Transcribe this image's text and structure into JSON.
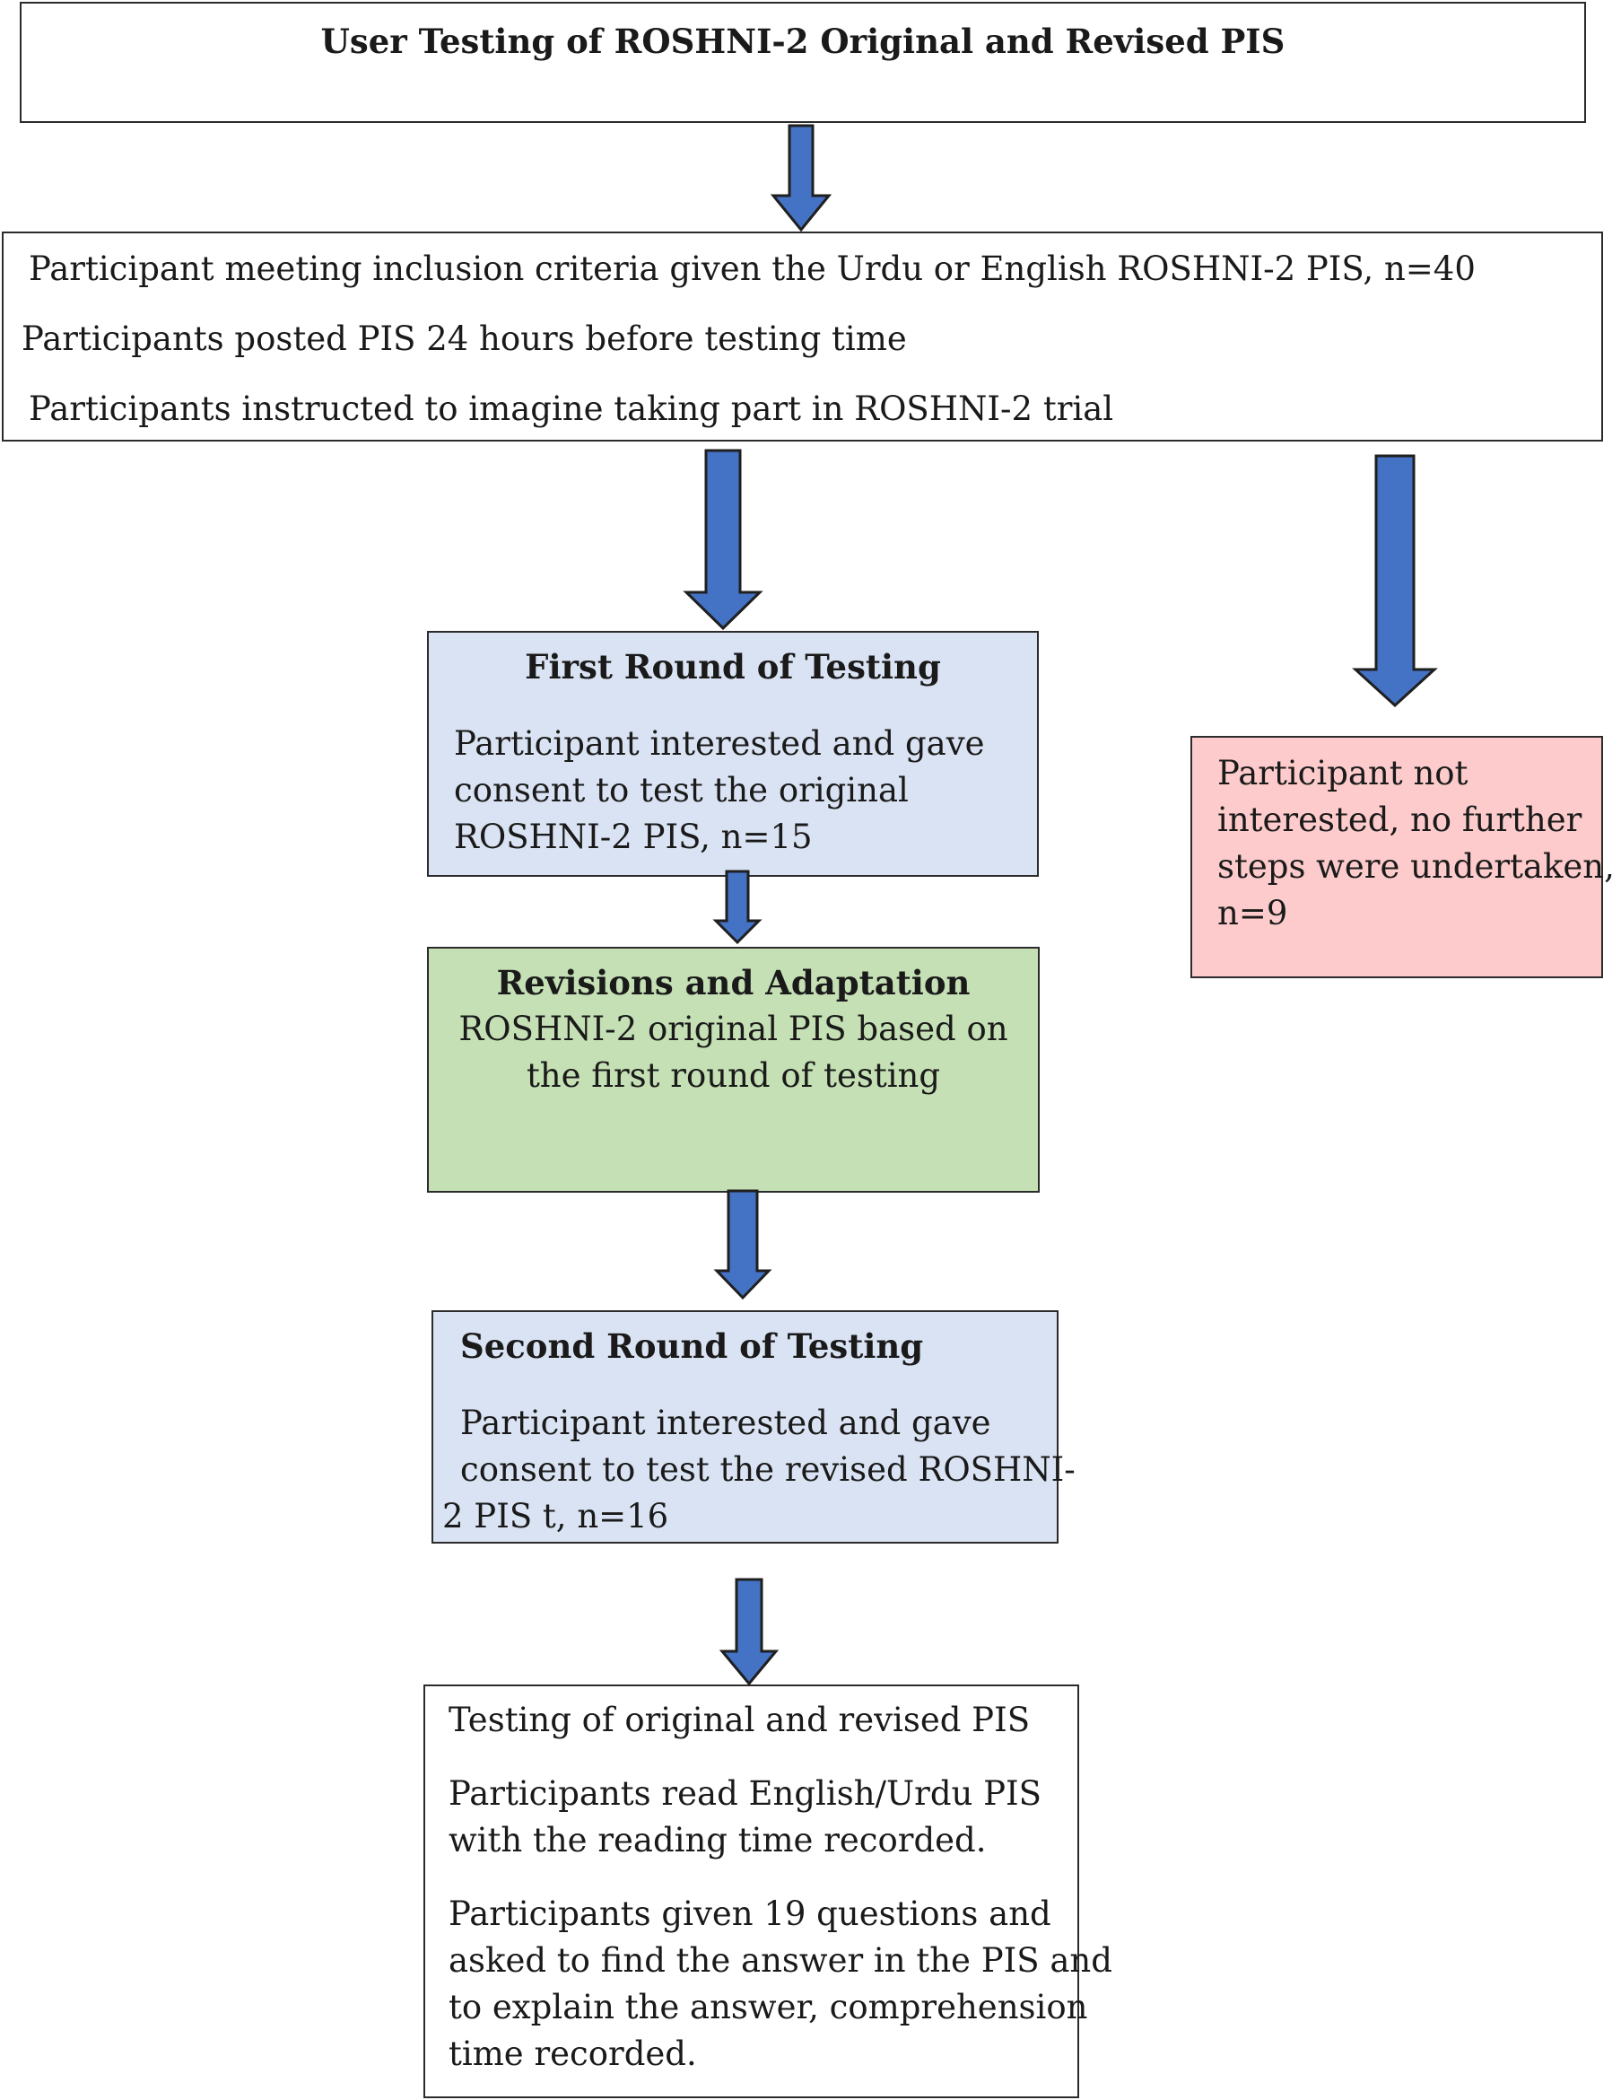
{
  "title": "User Testing of ROSHNI-2 Original and Revised PIS",
  "inclusion": {
    "line1": "Participant meeting inclusion criteria given the Urdu or English ROSHNI-2 PIS, n=40",
    "line2": "Participants posted PIS 24 hours before testing time",
    "line3": "Participants instructed to imagine taking part in ROSHNI-2 trial"
  },
  "first_round": {
    "heading": "First Round of Testing",
    "lines": [
      "Participant interested and gave",
      "consent to test the original",
      "ROSHNI-2 PIS, n=15"
    ]
  },
  "not_interested": {
    "lines": [
      "Participant not",
      "interested, no further",
      "steps were undertaken,",
      "n=9"
    ]
  },
  "revisions": {
    "heading": "Revisions and Adaptation",
    "lines": [
      "ROSHNI-2 original PIS based on",
      "the first round of testing"
    ]
  },
  "second_round": {
    "heading": "Second Round of Testing",
    "lines": [
      "Participant interested and gave",
      "consent to test the revised ROSHNI-",
      "2 PIS t, n=16"
    ]
  },
  "testing": {
    "line1": "Testing of original and revised PIS",
    "para2": [
      "Participants read English/Urdu PIS",
      "with the reading time recorded."
    ],
    "para3": [
      "Participants given 19 questions and",
      "asked to find the answer in the PIS and",
      "to explain the answer, comprehension",
      "time recorded."
    ]
  },
  "colors": {
    "arrow_fill": "#4472c4",
    "arrow_stroke": "#1f1f1f",
    "box_blue": "#dae3f3",
    "box_green": "#c5e0b4",
    "box_pink": "#fdcbcb"
  }
}
